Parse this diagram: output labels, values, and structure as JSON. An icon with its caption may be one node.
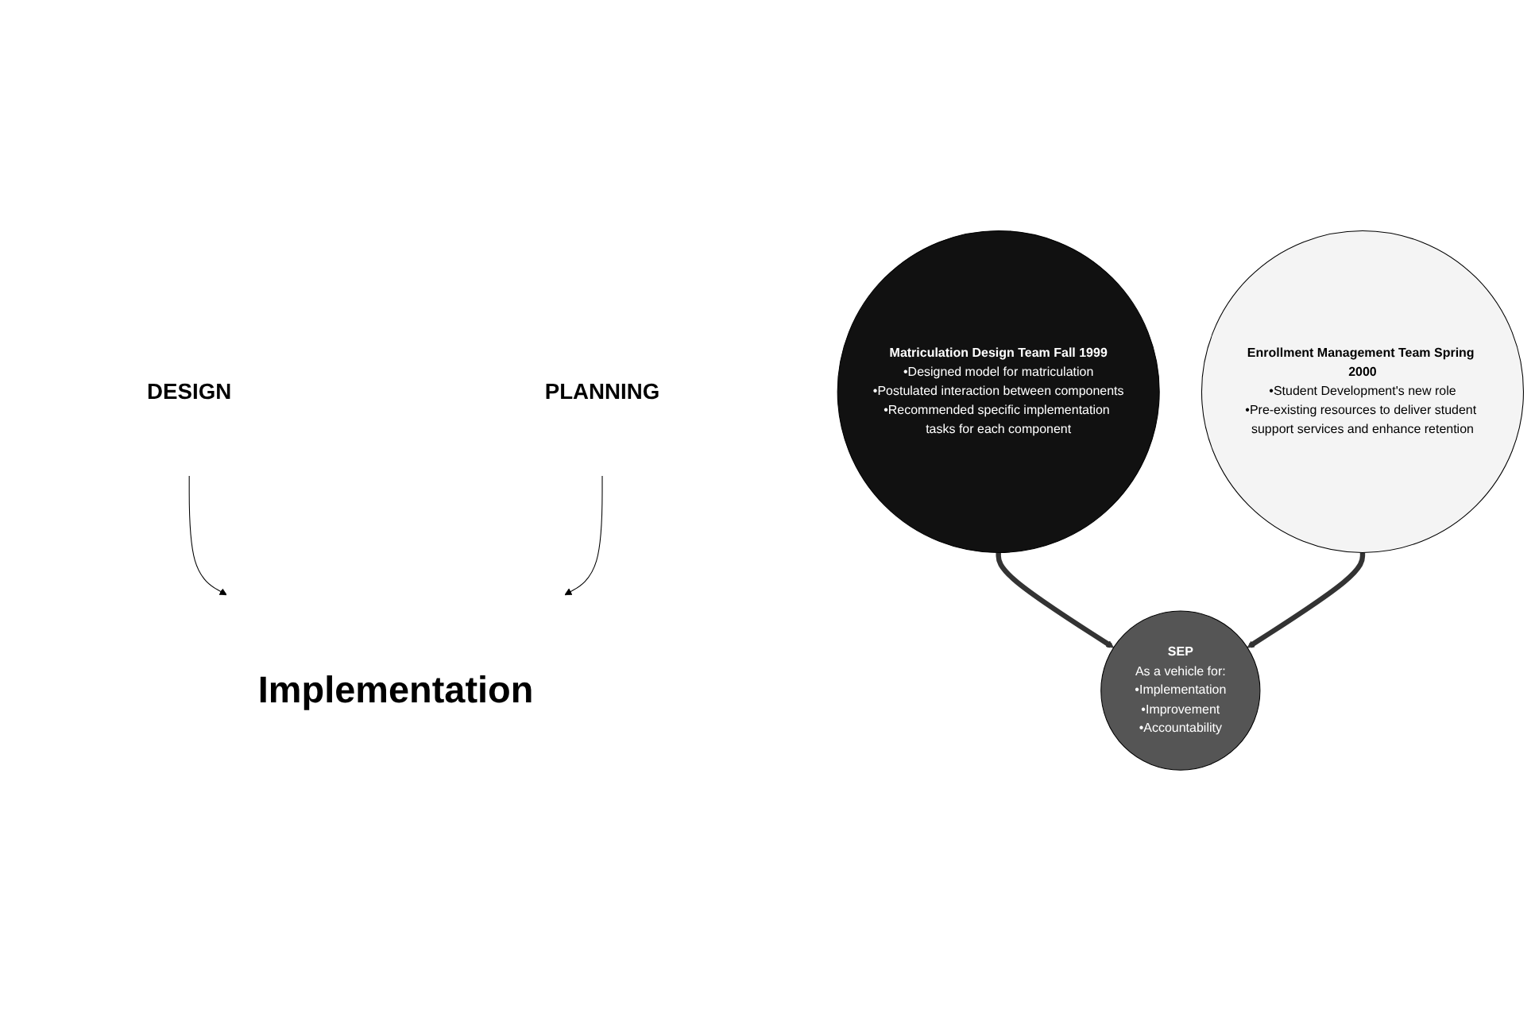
{
  "diagram": {
    "nodes": [
      {
        "text": [
          "DESIGN"
        ]
      },
      {
        "text": [
          "Matriculation Design Team Fall 1999",
          "•Designed model for matriculation",
          "•Postulated interaction between components",
          "•Recommended specific implementation tasks for each component"
        ]
      },
      {
        "text": [
          "Enrollment Management Team Spring 2000",
          "•Student Development's new role",
          "•Pre-existing resources to deliver student support services and enhance retention"
        ]
      },
      {
        "text": [
          "PLANNING"
        ]
      },
      {
        "text": [
          "SEP",
          "As a vehicle for:",
          "•Implementation",
          "•Improvement",
          "•Accountability"
        ]
      },
      {
        "text": [
          "Implementation"
        ]
      }
    ],
    "edges": [
      {
        "from": 0,
        "to": 5,
        "arrow": "to"
      },
      {
        "from": 3,
        "to": 5,
        "arrow": "to"
      },
      {
        "from": 1,
        "to": 4,
        "arrow": "to",
        "style": "thick"
      },
      {
        "from": 2,
        "to": 4,
        "arrow": "to",
        "style": "thick"
      }
    ]
  }
}
